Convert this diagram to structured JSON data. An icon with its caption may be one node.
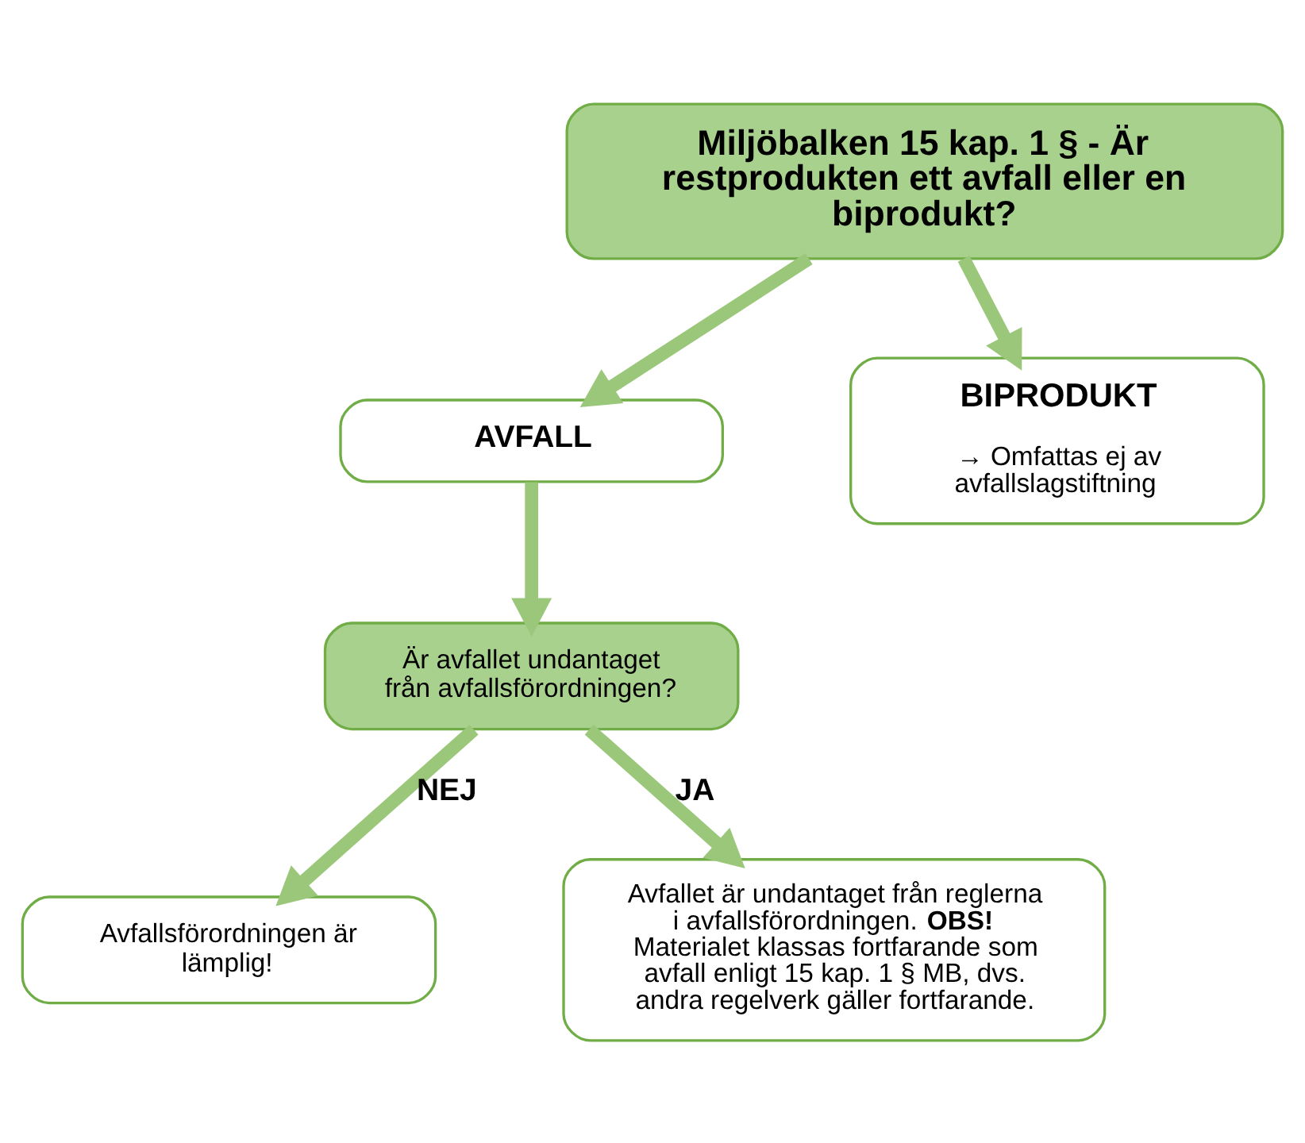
{
  "diagram": {
    "nodes": [
      {
        "text": [
          "Miljöbalken 15 kap. 1 § - Är restprodukten ett avfall eller en biprodukt?"
        ]
      },
      {
        "text": [
          "AVFALL"
        ]
      },
      {
        "text": [
          "BIPRODUKT",
          "→ Omfattas ej av avfallslagstiftning"
        ]
      },
      {
        "text": [
          "Är avfallet undantaget från avfallsförordningen?"
        ]
      },
      {
        "text": [
          "Avfallsförordningen är lämplig!"
        ]
      },
      {
        "text": [
          "Avfallet är undantaget från reglerna i avfallsförordningen. **OBS!** Materialet klassas fortfarande som avfall enligt 15 kap. 1 § MB, dvs. andra regelverk gäller fortfarande."
        ]
      }
    ],
    "edges": [
      {
        "from": 0,
        "to": 1,
        "arrow": "to"
      },
      {
        "from": 0,
        "to": 2,
        "arrow": "to"
      },
      {
        "from": 1,
        "to": 3,
        "arrow": "to"
      },
      {
        "from": 3,
        "to": 4,
        "arrow": "to",
        "label": "NEJ"
      },
      {
        "from": 3,
        "to": 5,
        "arrow": "to",
        "label": "JA"
      }
    ]
  }
}
